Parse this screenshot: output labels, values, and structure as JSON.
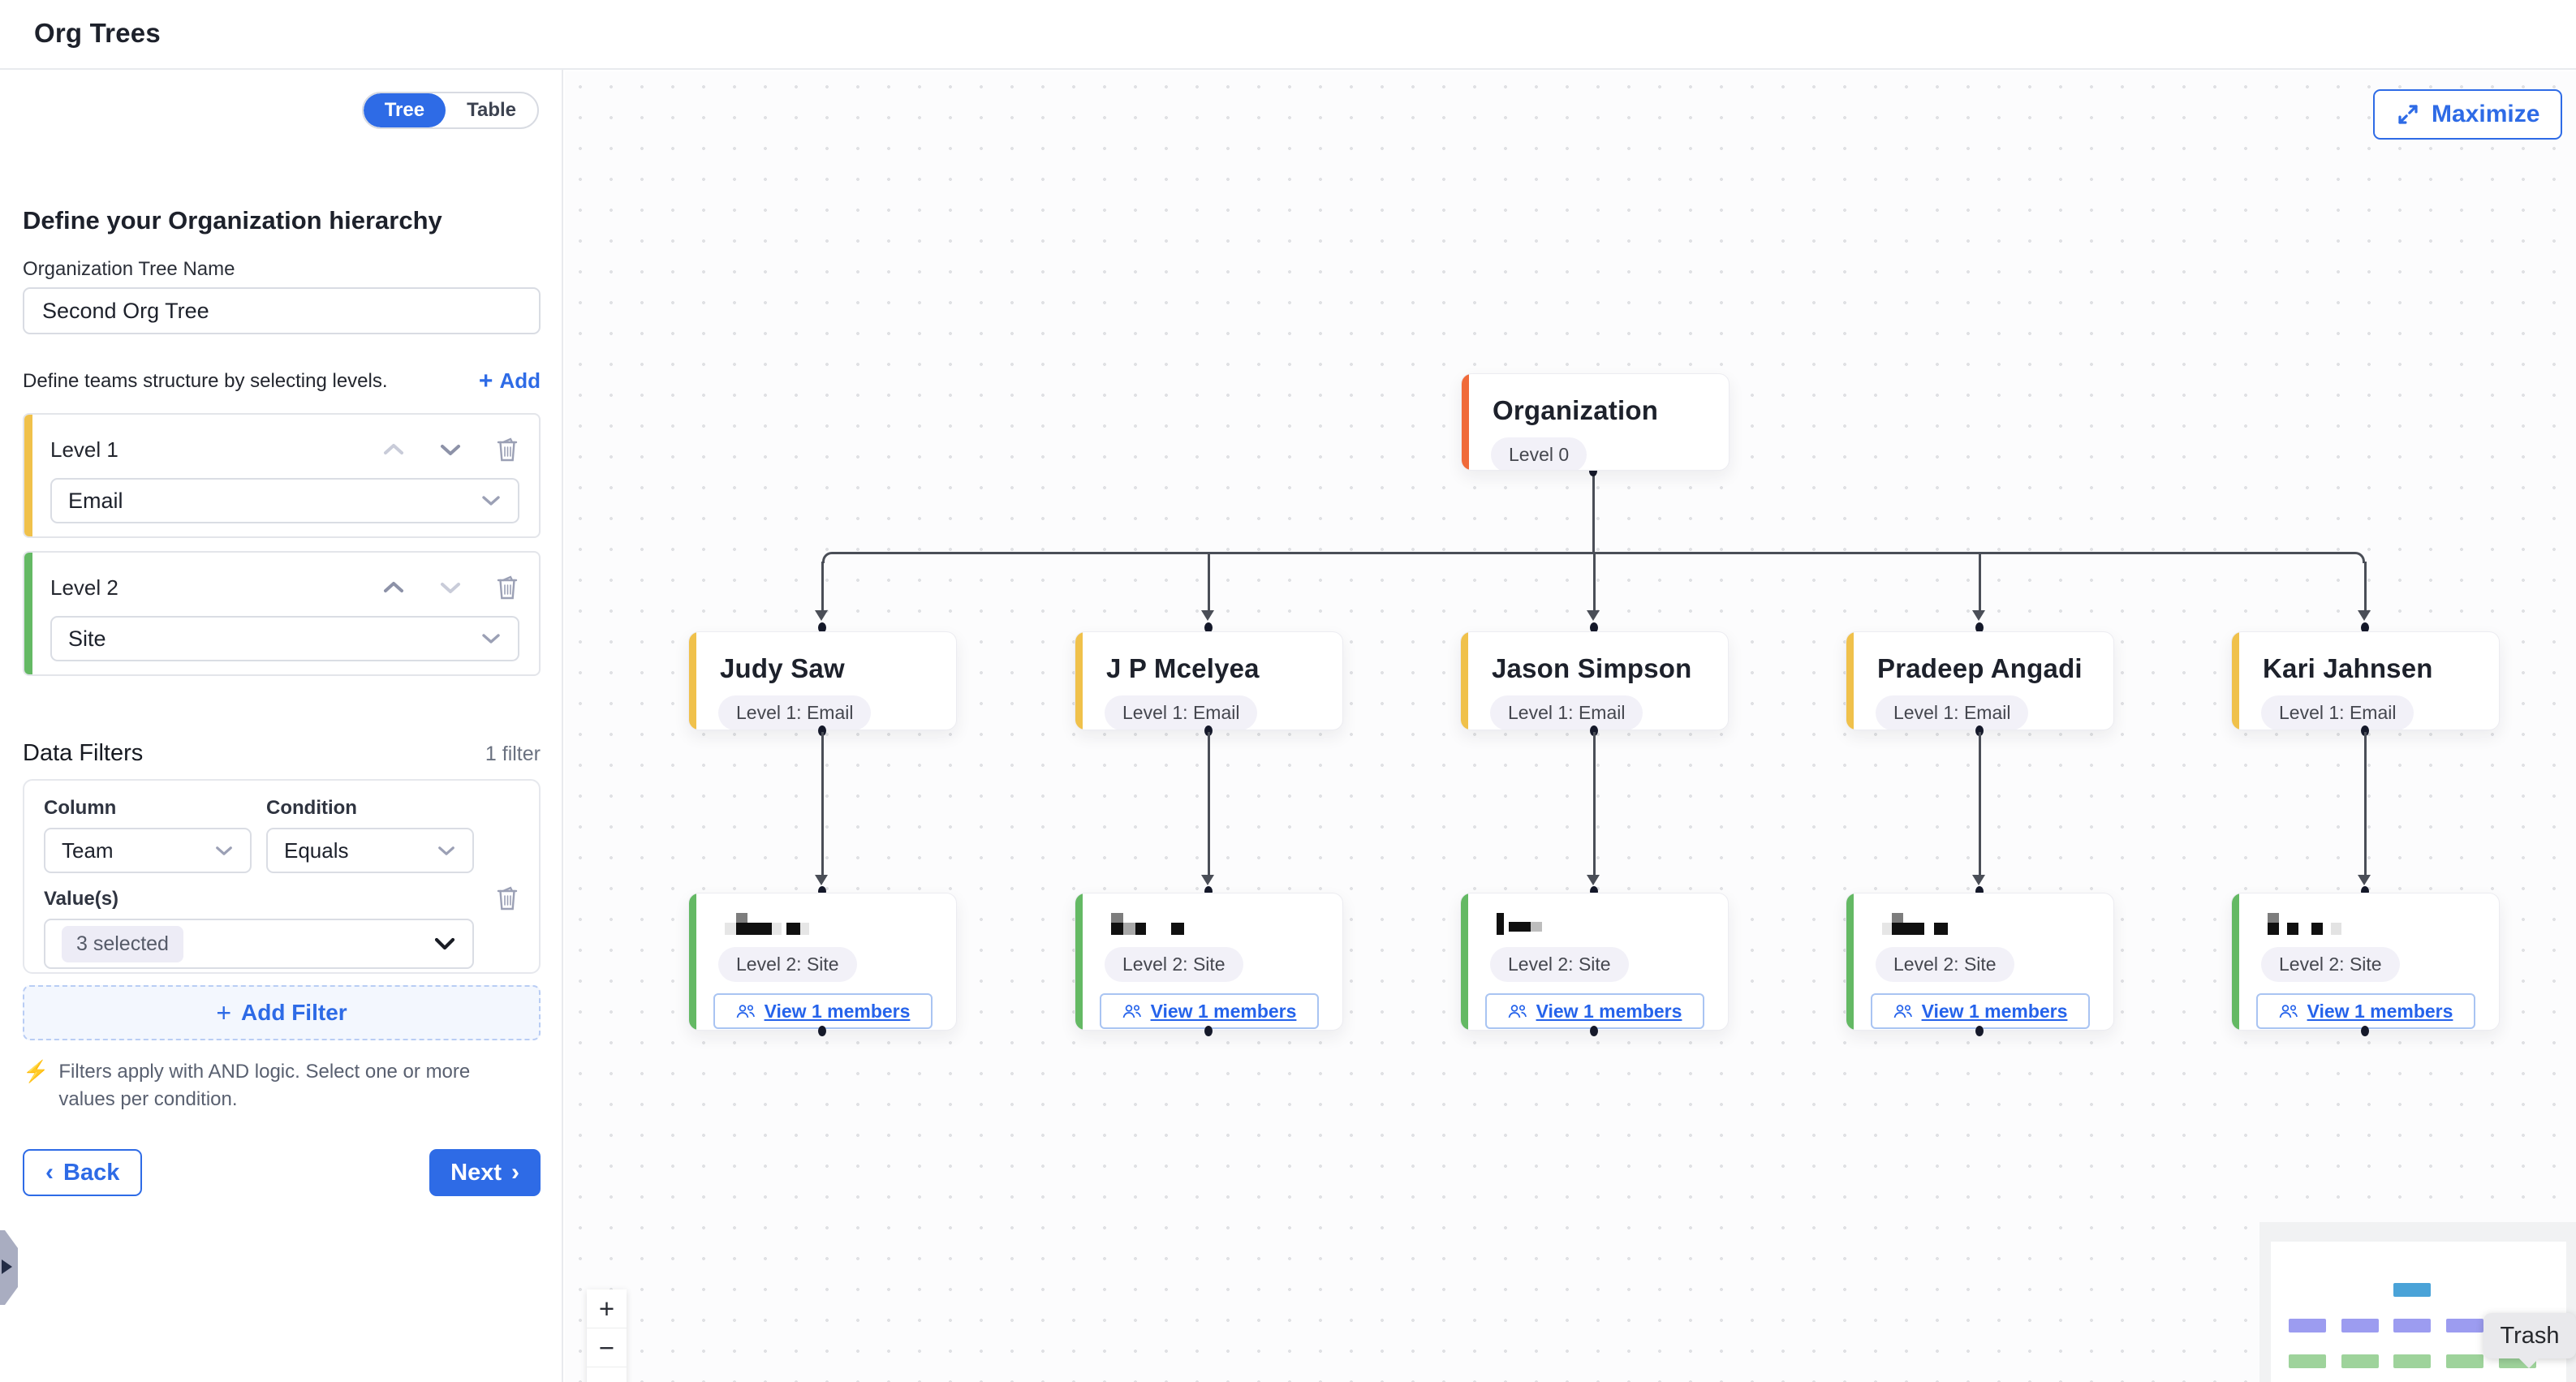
{
  "header": {
    "title": "Org Trees"
  },
  "sidebar": {
    "view_toggle": {
      "tree_label": "Tree",
      "table_label": "Table",
      "active": "Tree"
    },
    "heading": "Define your Organization hierarchy",
    "tree_name": {
      "label": "Organization Tree Name",
      "value": "Second Org Tree"
    },
    "levels_section": {
      "hint": "Define teams structure by selecting levels.",
      "add_icon": "+",
      "add_label": "Add"
    },
    "levels": [
      {
        "label": "Level 1",
        "value": "Email",
        "accent": "#f0c14b"
      },
      {
        "label": "Level 2",
        "value": "Site",
        "accent": "#64b964"
      }
    ],
    "filters_section": {
      "title": "Data Filters",
      "count": "1 filter",
      "column_label": "Column",
      "column_value": "Team",
      "condition_label": "Condition",
      "condition_value": "Equals",
      "values_label": "Value(s)",
      "values_value": "3 selected",
      "add_filter_icon": "+",
      "add_filter_label": "Add Filter",
      "note": "Filters apply with AND logic. Select one or more values per condition.",
      "bolt_icon": "⚡"
    },
    "back_label": "Back",
    "next_label": "Next",
    "back_chevron": "‹",
    "next_chevron": "›"
  },
  "canvas": {
    "maximize_label": "Maximize",
    "root": {
      "name": "Organization",
      "badge": "Level 0",
      "accent": "#f06a3a"
    },
    "l1_badge": "Level 1: Email",
    "l2_badge": "Level 2: Site",
    "view_members_label": "View 1 members",
    "children": [
      {
        "name": "Judy Saw",
        "l2_name_redacted": true,
        "redaction": [
          {
            "l": 14,
            "t": 0,
            "w": 14,
            "h": 12,
            "c": "#7d7d7d"
          },
          {
            "l": 0,
            "t": 12,
            "w": 14,
            "h": 15,
            "c": "#e6e6e6"
          },
          {
            "l": 14,
            "t": 12,
            "w": 44,
            "h": 15,
            "c": "#101010"
          },
          {
            "l": 58,
            "t": 12,
            "w": 12,
            "h": 15,
            "c": "#e6e6e6"
          },
          {
            "l": 76,
            "t": 12,
            "w": 17,
            "h": 15,
            "c": "#101010"
          },
          {
            "l": 93,
            "t": 12,
            "w": 11,
            "h": 15,
            "c": "#e6e6e6"
          }
        ]
      },
      {
        "name": "J P Mcelyea",
        "l2_name_redacted": true,
        "redaction": [
          {
            "l": 0,
            "t": 0,
            "w": 15,
            "h": 12,
            "c": "#7d7d7d"
          },
          {
            "l": 0,
            "t": 12,
            "w": 15,
            "h": 15,
            "c": "#101010"
          },
          {
            "l": 15,
            "t": 12,
            "w": 15,
            "h": 15,
            "c": "#a8a8a8"
          },
          {
            "l": 30,
            "t": 12,
            "w": 13,
            "h": 15,
            "c": "#101010"
          },
          {
            "l": 74,
            "t": 12,
            "w": 16,
            "h": 15,
            "c": "#101010"
          }
        ]
      },
      {
        "name": "Jason Simpson",
        "l2_name_redacted": true,
        "redaction": [
          {
            "l": 0,
            "t": 0,
            "w": 9,
            "h": 27,
            "c": "#101010"
          },
          {
            "l": 15,
            "t": 11,
            "w": 27,
            "h": 12,
            "c": "#101010"
          },
          {
            "l": 42,
            "t": 11,
            "w": 14,
            "h": 12,
            "c": "#bdbdbd"
          }
        ]
      },
      {
        "name": "Pradeep Angadi",
        "l2_name_redacted": true,
        "redaction": [
          {
            "l": 12,
            "t": 0,
            "w": 14,
            "h": 12,
            "c": "#7d7d7d"
          },
          {
            "l": 0,
            "t": 12,
            "w": 12,
            "h": 15,
            "c": "#e6e6e6"
          },
          {
            "l": 12,
            "t": 12,
            "w": 40,
            "h": 15,
            "c": "#101010"
          },
          {
            "l": 64,
            "t": 12,
            "w": 17,
            "h": 15,
            "c": "#101010"
          }
        ]
      },
      {
        "name": "Kari Jahnsen",
        "l2_name_redacted": true,
        "redaction": [
          {
            "l": 0,
            "t": 0,
            "w": 14,
            "h": 12,
            "c": "#7d7d7d"
          },
          {
            "l": 0,
            "t": 12,
            "w": 14,
            "h": 15,
            "c": "#101010"
          },
          {
            "l": 24,
            "t": 12,
            "w": 14,
            "h": 15,
            "c": "#101010"
          },
          {
            "l": 54,
            "t": 12,
            "w": 14,
            "h": 15,
            "c": "#101010"
          },
          {
            "l": 78,
            "t": 12,
            "w": 13,
            "h": 15,
            "c": "#e3e3e3"
          }
        ]
      }
    ],
    "zoom_controls": {
      "zoom_in": "+",
      "zoom_out": "−",
      "fit_view": "[ ]"
    },
    "minimap_colors": {
      "root": "#4aa3d8",
      "level1": "#9c9cf0",
      "level2": "#9ed39b"
    },
    "tooltip": {
      "text": "Trash"
    }
  }
}
